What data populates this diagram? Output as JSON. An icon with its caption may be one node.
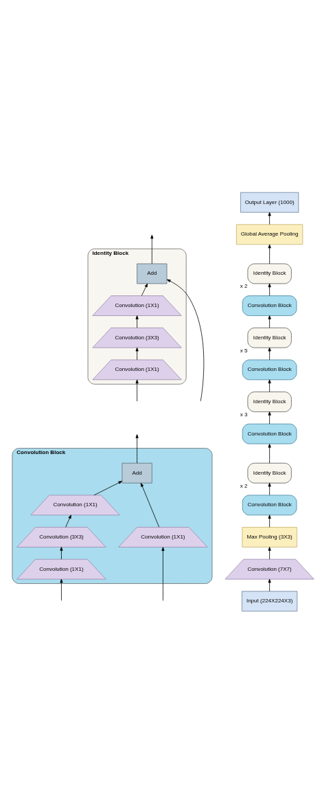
{
  "diagram": {
    "nodes": [
      {
        "text": [
          "Identity Block"
        ]
      },
      {
        "text": [
          "Add"
        ],
        "in": 0
      },
      {
        "text": [
          "Convolution (1X1)"
        ],
        "in": 0
      },
      {
        "text": [
          "Convolution (3X3)"
        ],
        "in": 0
      },
      {
        "text": [
          "Convolution (1X1)"
        ],
        "in": 0
      },
      {
        "text": [
          "Convolution Block"
        ]
      },
      {
        "text": [
          "Add"
        ],
        "in": 5
      },
      {
        "text": [
          "Convolution (1X1)"
        ],
        "in": 5
      },
      {
        "text": [
          "Convolution (3X3)"
        ],
        "in": 5
      },
      {
        "text": [
          "Convolution (1X1)"
        ],
        "in": 5
      },
      {
        "text": [
          "Convolution (1X1)"
        ],
        "in": 5
      },
      {
        "text": [
          "Output Layer (1000)"
        ]
      },
      {
        "text": [
          "Global Average Pooling"
        ]
      },
      {
        "text": [
          "Identity Block"
        ],
        "beside": [
          "x 2"
        ]
      },
      {
        "text": [
          "Convolution Block"
        ]
      },
      {
        "text": [
          "Identity Block"
        ],
        "beside": [
          "x 5"
        ]
      },
      {
        "text": [
          "Convolution Block"
        ]
      },
      {
        "text": [
          "Identity Block"
        ],
        "beside": [
          "x 3"
        ]
      },
      {
        "text": [
          "Convolution Block"
        ]
      },
      {
        "text": [
          "Identity Block"
        ],
        "beside": [
          "x 2"
        ]
      },
      {
        "text": [
          "Convolution Block"
        ]
      },
      {
        "text": [
          "Max Pooling (3X3)"
        ]
      },
      {
        "text": [
          "Convolution (7X7)"
        ]
      },
      {
        "text": [
          "Input (224X224X3)"
        ]
      }
    ],
    "edges": [
      {
        "from": null,
        "to": 4,
        "arrow": "to"
      },
      {
        "from": null,
        "to": 1,
        "arrow": "to"
      },
      {
        "from": 4,
        "to": 3,
        "arrow": "to"
      },
      {
        "from": 3,
        "to": 2,
        "arrow": "to"
      },
      {
        "from": 2,
        "to": 1,
        "arrow": "to"
      },
      {
        "from": 1,
        "to": null,
        "arrow": "to"
      },
      {
        "from": null,
        "to": 9,
        "arrow": "to"
      },
      {
        "from": null,
        "to": 10,
        "arrow": "to"
      },
      {
        "from": 9,
        "to": 8,
        "arrow": "to"
      },
      {
        "from": 8,
        "to": 7,
        "arrow": "to"
      },
      {
        "from": 7,
        "to": 6,
        "arrow": "to"
      },
      {
        "from": 10,
        "to": 6,
        "arrow": "to"
      },
      {
        "from": 6,
        "to": null,
        "arrow": "to"
      },
      {
        "from": 23,
        "to": 22,
        "arrow": "to"
      },
      {
        "from": 22,
        "to": 21,
        "arrow": "to"
      },
      {
        "from": 21,
        "to": 20,
        "arrow": "to"
      },
      {
        "from": 20,
        "to": 19,
        "arrow": "to"
      },
      {
        "from": 19,
        "to": 18,
        "arrow": "to"
      },
      {
        "from": 18,
        "to": 17,
        "arrow": "to"
      },
      {
        "from": 17,
        "to": 16,
        "arrow": "to"
      },
      {
        "from": 16,
        "to": 15,
        "arrow": "to"
      },
      {
        "from": 15,
        "to": 14,
        "arrow": "to"
      },
      {
        "from": 14,
        "to": 13,
        "arrow": "to"
      },
      {
        "from": 13,
        "to": 12,
        "arrow": "to"
      },
      {
        "from": 12,
        "to": 11,
        "arrow": "to"
      }
    ]
  }
}
